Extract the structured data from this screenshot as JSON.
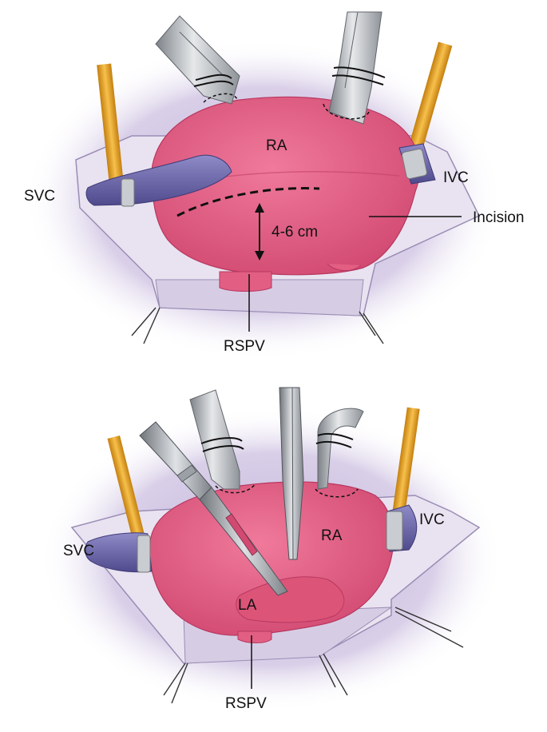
{
  "top_panel": {
    "labels": {
      "ra": "RA",
      "svc": "SVC",
      "ivc": "IVC",
      "incision": "Incision",
      "measurement": "4-6 cm",
      "rspv": "RSPV"
    }
  },
  "bottom_panel": {
    "labels": {
      "ra": "RA",
      "svc": "SVC",
      "ivc": "IVC",
      "la": "LA",
      "rspv": "RSPV"
    }
  },
  "colors": {
    "heart": "#e35f83",
    "heart_shadow": "#c9476b",
    "vein": "#6e69ad",
    "cannula": "#a9adb3",
    "tube": "#e8a51f",
    "tissue": "#d8d2e6",
    "tissue_shadow": "#b7a9cf",
    "background": "#ffffff"
  }
}
